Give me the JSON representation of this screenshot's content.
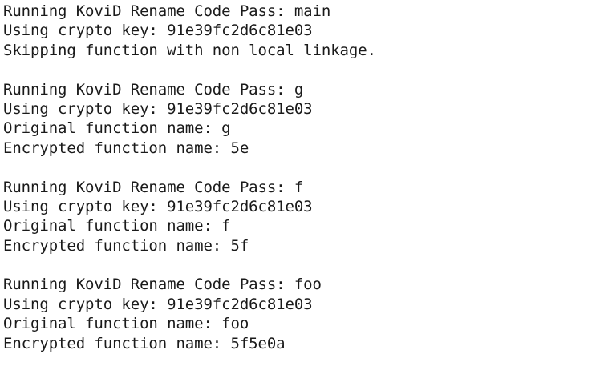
{
  "terminal": {
    "text_color": "#1a1a1a",
    "background_color": "#ffffff",
    "crypto_key": "91e39fc2d6c81e03",
    "blocks": [
      {
        "pass_name": "main",
        "lines": [
          "Running KoviD Rename Code Pass: main",
          "Using crypto key: 91e39fc2d6c81e03",
          "Skipping function with non local linkage."
        ]
      },
      {
        "pass_name": "g",
        "original_name": "g",
        "encrypted_name": "5e",
        "lines": [
          "Running KoviD Rename Code Pass: g",
          "Using crypto key: 91e39fc2d6c81e03",
          "Original function name: g",
          "Encrypted function name: 5e"
        ]
      },
      {
        "pass_name": "f",
        "original_name": "f",
        "encrypted_name": "5f",
        "lines": [
          "Running KoviD Rename Code Pass: f",
          "Using crypto key: 91e39fc2d6c81e03",
          "Original function name: f",
          "Encrypted function name: 5f"
        ]
      },
      {
        "pass_name": "foo",
        "original_name": "foo",
        "encrypted_name": "5f5e0a",
        "lines": [
          "Running KoviD Rename Code Pass: foo",
          "Using crypto key: 91e39fc2d6c81e03",
          "Original function name: foo",
          "Encrypted function name: 5f5e0a"
        ]
      }
    ]
  }
}
